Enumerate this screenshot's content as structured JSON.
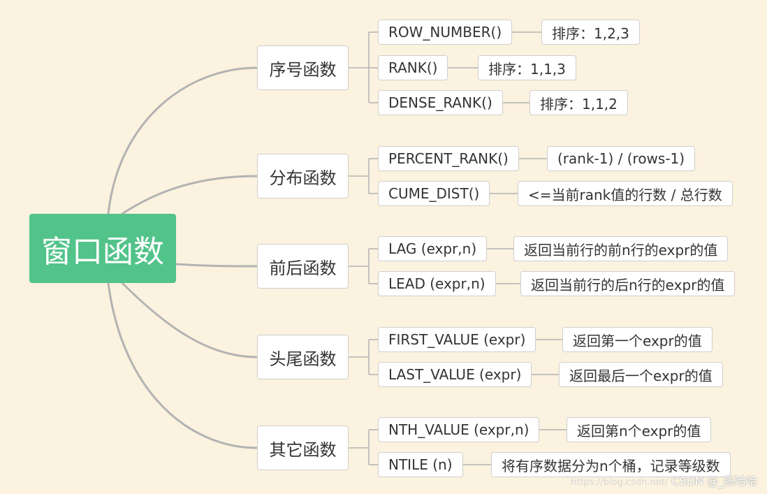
{
  "root": "窗口函数",
  "categories": [
    {
      "label": "序号函数",
      "items": [
        {
          "fn": "ROW_NUMBER()",
          "desc": "排序：1,2,3"
        },
        {
          "fn": "RANK()",
          "desc": "排序：1,1,3"
        },
        {
          "fn": "DENSE_RANK()",
          "desc": "排序：1,1,2"
        }
      ]
    },
    {
      "label": "分布函数",
      "items": [
        {
          "fn": "PERCENT_RANK()",
          "desc": "(rank-1) / (rows-1)"
        },
        {
          "fn": "CUME_DIST()",
          "desc": "<=当前rank值的行数 / 总行数"
        }
      ]
    },
    {
      "label": "前后函数",
      "items": [
        {
          "fn": "LAG (expr,n)",
          "desc": "返回当前行的前n行的expr的值"
        },
        {
          "fn": "LEAD (expr,n)",
          "desc": "返回当前行的后n行的expr的值"
        }
      ]
    },
    {
      "label": "头尾函数",
      "items": [
        {
          "fn": "FIRST_VALUE (expr)",
          "desc": "返回第一个expr的值"
        },
        {
          "fn": "LAST_VALUE (expr)",
          "desc": "返回最后一个expr的值"
        }
      ]
    },
    {
      "label": "其它函数",
      "items": [
        {
          "fn": "NTH_VALUE (expr,n)",
          "desc": "返回第n个expr的值"
        },
        {
          "fn": "NTILE (n)",
          "desc": "将有序数据分为n个桶，记录等级数"
        }
      ]
    }
  ],
  "watermark": {
    "url": "https://blog.csdn.net/",
    "brand": "CSDN @_陈哈哈"
  },
  "colors": {
    "root": "#52c38a",
    "background": "#fbf2df",
    "line": "#b3b3b3"
  }
}
